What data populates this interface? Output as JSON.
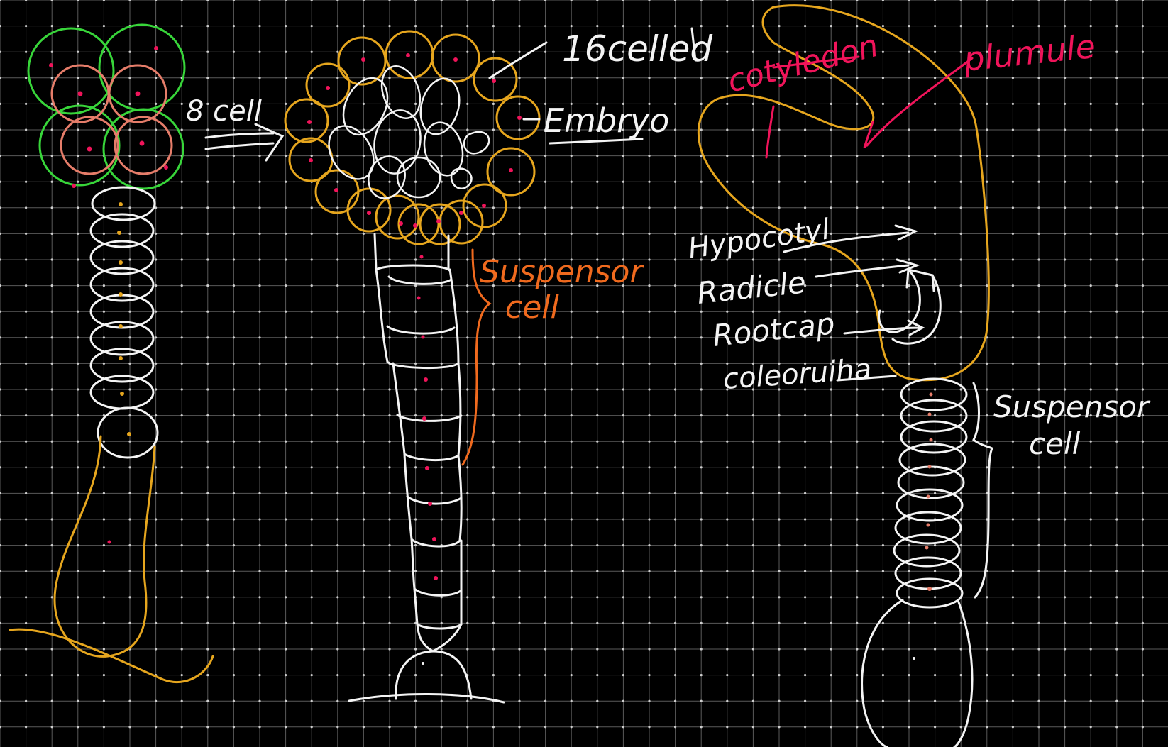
{
  "colors": {
    "background": "#000000",
    "grid": "#5a5a5a",
    "grid_dot": "#cfcfcf",
    "chalk_white": "#f4f4f4",
    "yellow": "#e6a61e",
    "green": "#38d63a",
    "salmon": "#e67d6a",
    "pink": "#f0145a",
    "orange": "#f06a1e"
  },
  "labels": {
    "eight_cell": "8 cell",
    "sixteen_celled": "16celled",
    "embryo": "Embryo",
    "suspensor_cell_middle_1": "Suspensor",
    "suspensor_cell_middle_2": "cell",
    "cotyledon": "cotyledon",
    "plumule": "plumule",
    "hypocotyl": "Hypocotyl",
    "radicle": "Radicle",
    "rootcap": "Rootcap",
    "coleorhiza": "coleoruiha",
    "suspensor_cell_right_1": "Suspensor",
    "suspensor_cell_right_2": "cell"
  }
}
